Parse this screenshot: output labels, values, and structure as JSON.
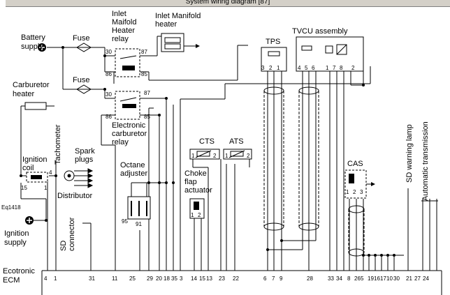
{
  "window": {
    "title": "System wiring diagram [87]"
  },
  "components": {
    "battery_supply": [
      "Battery",
      "supply"
    ],
    "fuse_top": "Fuse",
    "fuse_mid": "Fuse",
    "heater_relay": [
      "Inlet",
      "Maifold",
      "Heater",
      "relay"
    ],
    "manifold_heater": [
      "Inlet Manifold",
      "heater"
    ],
    "carb_heater": [
      "Carburetor",
      "heater"
    ],
    "carb_relay": [
      "Electronic",
      "carburetor",
      "relay"
    ],
    "tps": "TPS",
    "tvcu": "TVCU assembly",
    "tachometer": "Tachometer",
    "ignition_coil": [
      "Ignition",
      "coil"
    ],
    "spark_plugs": [
      "Spark",
      "plugs"
    ],
    "distributor": "Distributor",
    "octane_adjuster": [
      "Octane",
      "adjuster"
    ],
    "cts": "CTS",
    "ats": "ATS",
    "choke": [
      "Choke",
      "flap",
      "actuator"
    ],
    "cas": "CAS",
    "sd_warning_lamp": "SD warning lamp",
    "automatic_transmission": "Automatic transmission",
    "eq": "Eq1418",
    "ignition_supply": [
      "Ignition",
      "supply"
    ],
    "sd_connector": [
      "SD",
      "connector"
    ],
    "ecm": [
      "Ecotronic",
      "ECM"
    ]
  },
  "pins": {
    "relay_top": [
      "30",
      "87",
      "86",
      "85"
    ],
    "relay_mid": [
      "30",
      "87",
      "86",
      "85"
    ],
    "coil": [
      "4",
      "15",
      "1"
    ],
    "octane": [
      "95",
      "91"
    ],
    "choke": [
      "1",
      "2"
    ],
    "cts": [
      "1",
      "2"
    ],
    "ats": [
      "1",
      "2"
    ],
    "tps": [
      "3",
      "2",
      "1"
    ],
    "tvcu": [
      "4",
      "5",
      "6",
      "1",
      "7",
      "8",
      "2"
    ],
    "cas": [
      "1",
      "2",
      "3"
    ]
  },
  "ecm_pins": [
    "4",
    "1",
    "31",
    "11",
    "25",
    "29",
    "20",
    "18",
    "35",
    "3",
    "14",
    "15",
    "13",
    "23",
    "22",
    "6",
    "7",
    "9",
    "28",
    "33",
    "34",
    "8",
    "26",
    "5",
    "19",
    "16",
    "17",
    "10",
    "30",
    "21",
    "27",
    "24"
  ]
}
